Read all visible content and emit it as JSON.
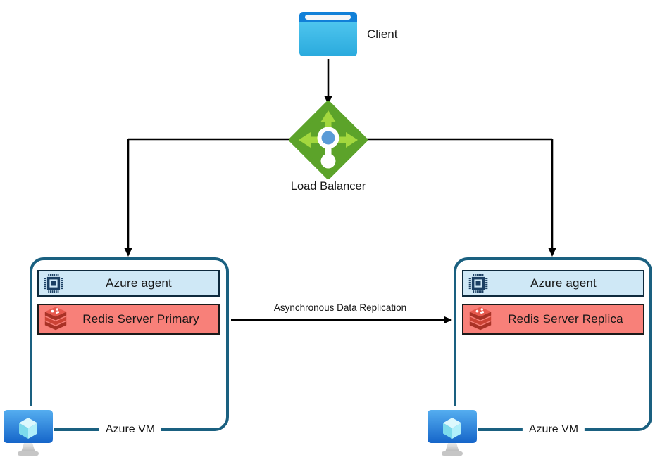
{
  "diagram": {
    "client": {
      "label": "Client"
    },
    "load_balancer": {
      "label": "Load Balancer"
    },
    "replication": {
      "label": "Asynchronous Data Replication"
    },
    "vm_left": {
      "agent_label": "Azure agent",
      "redis_label": "Redis Server Primary",
      "vm_label": "Azure VM"
    },
    "vm_right": {
      "agent_label": "Azure agent",
      "redis_label": "Redis Server Replica",
      "vm_label": "Azure VM"
    },
    "colors": {
      "vm_box_border": "#1a6080",
      "agent_bar_fill": "#cfe8f6",
      "agent_bar_border": "#0e2a3d",
      "redis_bar_fill": "#f88079",
      "redis_logo_red": "#c0392b",
      "lb_diamond_green": "#5ca32a",
      "lb_arrow_green": "#a3d83e",
      "lb_dot_blue": "#5a9bd7",
      "client_top_blue": "#1180d8",
      "client_body_blue": "#3ebde9",
      "monitor_blue": "#2f8be4",
      "connector_black": "#000000"
    }
  }
}
